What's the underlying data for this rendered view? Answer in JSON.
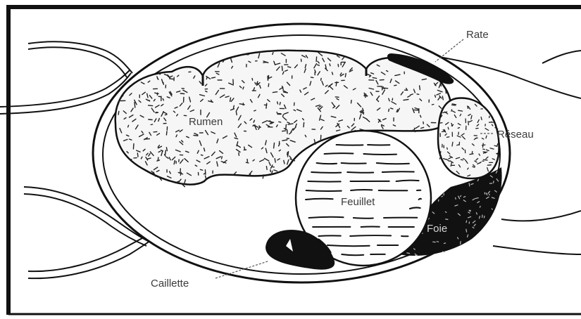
{
  "diagram": {
    "labels": {
      "rate": "Rate",
      "rumen": "Rumen",
      "reseau": "Réseau",
      "feuillet": "Feuillet",
      "foie": "Foie",
      "caillette": "Caillette"
    },
    "colors": {
      "ink": "#111111",
      "label": "#3b3b3b",
      "label_on_dark": "#d6d6d6",
      "organ_fill": "#f6f6f6",
      "background": "#ffffff"
    }
  }
}
